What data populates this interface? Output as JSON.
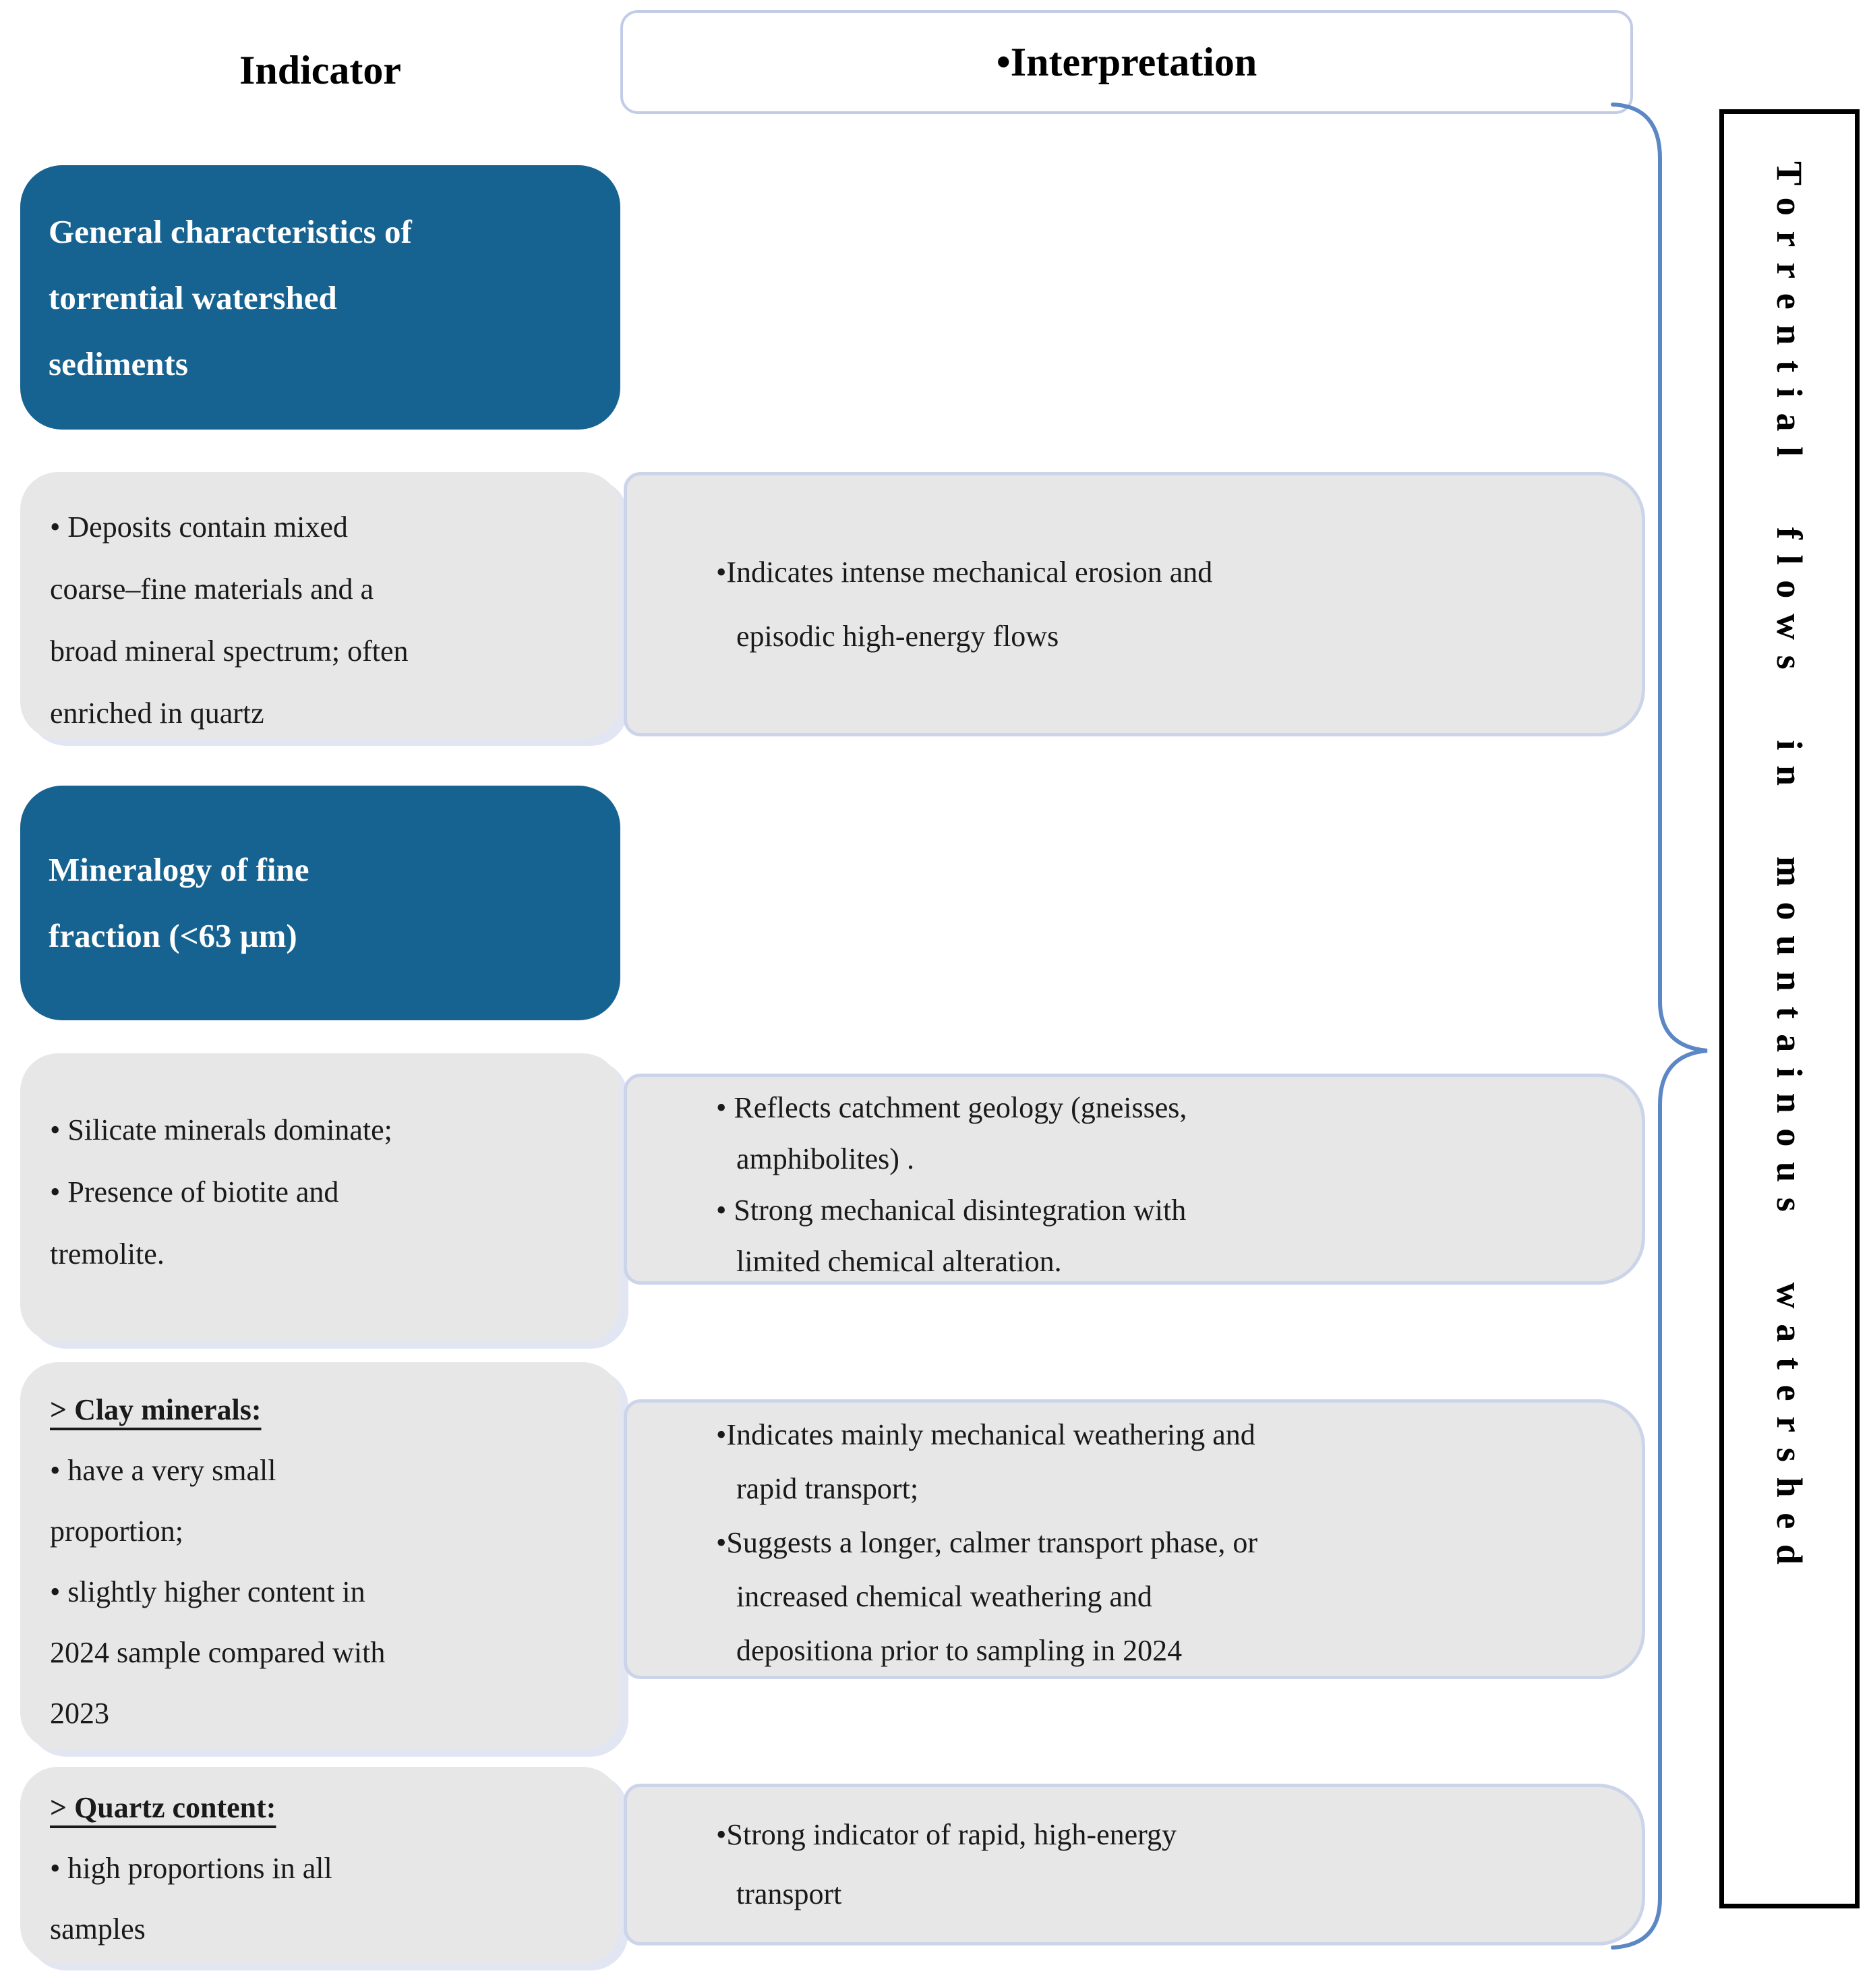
{
  "colors": {
    "blue_box": "#166291",
    "gray_box": "#e7e7e7",
    "interp_border": "#ccd4ea",
    "header_border": "#c3cce6",
    "brace_blue": "#5b87c5",
    "shadow_tint": "#e2e6f3",
    "sidebar_border": "#000000"
  },
  "header": {
    "indicator": "Indicator",
    "interpretation": "•Interpretation"
  },
  "col_indicator": {
    "box1_title": {
      "line1": "General characteristics of",
      "line2": "torrential watershed",
      "line3": "sediments"
    },
    "box2_bullets": {
      "line1": "• Deposits contain mixed",
      "line2": "coarse–fine materials and a",
      "line3": "broad mineral spectrum; often",
      "line4": "enriched in quartz"
    },
    "box3_title": {
      "line1": "Mineralogy of fine",
      "line2": "fraction (<63 μm)"
    },
    "box4_bullets": {
      "line1": "• Silicate minerals dominate;",
      "line2": "• Presence of biotite and",
      "line3": "tremolite."
    },
    "box5_clay": {
      "heading": "> Clay minerals:",
      "line1": "• have a very small",
      "line2": "proportion;",
      "line3": "• slightly higher content in",
      "line4": "2024 sample compared with",
      "line5": "2023"
    },
    "box6_quartz": {
      "heading": "> Quartz content:",
      "line1": "• high proportions in all",
      "line2": "samples"
    }
  },
  "col_interpretation": {
    "box1": {
      "line1": "•Indicates intense mechanical erosion and",
      "line2": "episodic high-energy flows"
    },
    "box2": {
      "line1": "• Reflects catchment geology (gneisses,",
      "line2": "amphibolites) .",
      "line3": "• Strong mechanical disintegration with",
      "line4": "limited chemical alteration."
    },
    "box3": {
      "line1": "•Indicates mainly mechanical weathering and",
      "line2": "rapid transport;",
      "line3": "•Suggests a longer, calmer transport phase, or",
      "line4": "increased chemical weathering and",
      "line5": "depositiona prior to sampling in 2024"
    },
    "box4": {
      "line1": "•Strong indicator of rapid, high-energy",
      "line2": "transport"
    }
  },
  "sidebar": {
    "label": "Torrential flows in mountainous watershed"
  }
}
